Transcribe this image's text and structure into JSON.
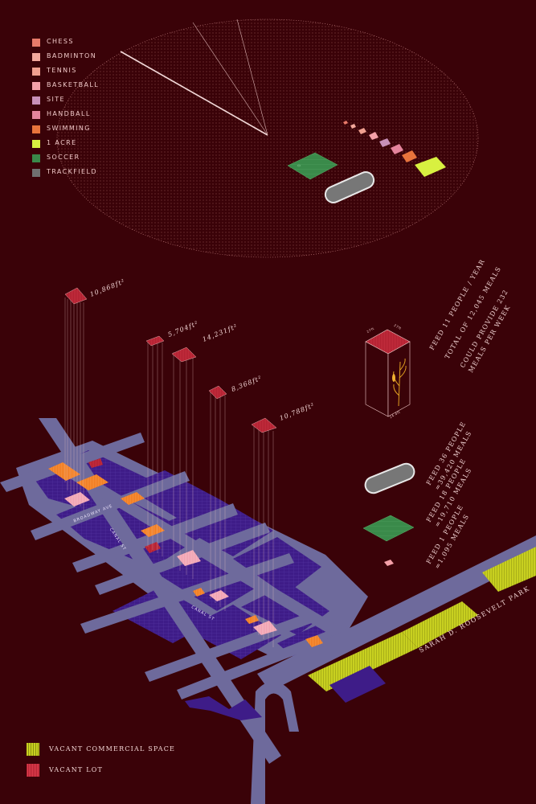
{
  "legend_top": [
    {
      "label": "CHESS",
      "color": "#e87a6a"
    },
    {
      "label": "BADMINTON",
      "color": "#f2a89c"
    },
    {
      "label": "TENNIS",
      "color": "#f0a090"
    },
    {
      "label": "BASKETBALL",
      "color": "#f4a0a8"
    },
    {
      "label": "SITE",
      "color": "#c890b8"
    },
    {
      "label": "HANDBALL",
      "color": "#e4849c"
    },
    {
      "label": "SWIMMING",
      "color": "#e8743c"
    },
    {
      "label": "1 ACRE",
      "color": "#d8f040"
    },
    {
      "label": "SOCCER",
      "color": "#3a8a4a"
    },
    {
      "label": "TRACKFIELD",
      "color": "#707070"
    }
  ],
  "areas": [
    "10,868ft²",
    "5,704ft²",
    "14,231ft²",
    "8,368ft²",
    "10,788ft²"
  ],
  "tower": {
    "top_left": "27ft",
    "top_right": "27ft",
    "bottom": "24.4ft"
  },
  "feed_tower": [
    "FEED 11 PEOPLE / YEAR",
    "TOTAL OF 12,045 MEALS",
    "COULD PROVIDE 232",
    "MEALS PER WEEK"
  ],
  "feed_track": [
    "FEED 36 PEOPLE",
    "=39,420 MEALS"
  ],
  "feed_soccer": [
    "FEED 18 PEOPLE",
    "=19,710 MEALS"
  ],
  "feed_small": [
    "FEED 1 PEOPLE",
    "=1,095 MEALS"
  ],
  "streets": [
    "BROADWAY AVE",
    "CANAL ST",
    "CANAL ST"
  ],
  "park_label": "SARAH D. ROOSEVELT PARK",
  "legend_bottom": [
    {
      "label": "VACANT COMMERCIAL SPACE",
      "color": "#c8d020"
    },
    {
      "label": "VACANT LOT",
      "color": "#b02030"
    }
  ],
  "colors": {
    "bg": "#3a0208",
    "road": "#6e6a9c",
    "block": "#3e1c88",
    "vacant_lot": "#b02030",
    "commercial": "#c8d020",
    "orange": "#f07a20",
    "pink": "#f0a0b0"
  }
}
